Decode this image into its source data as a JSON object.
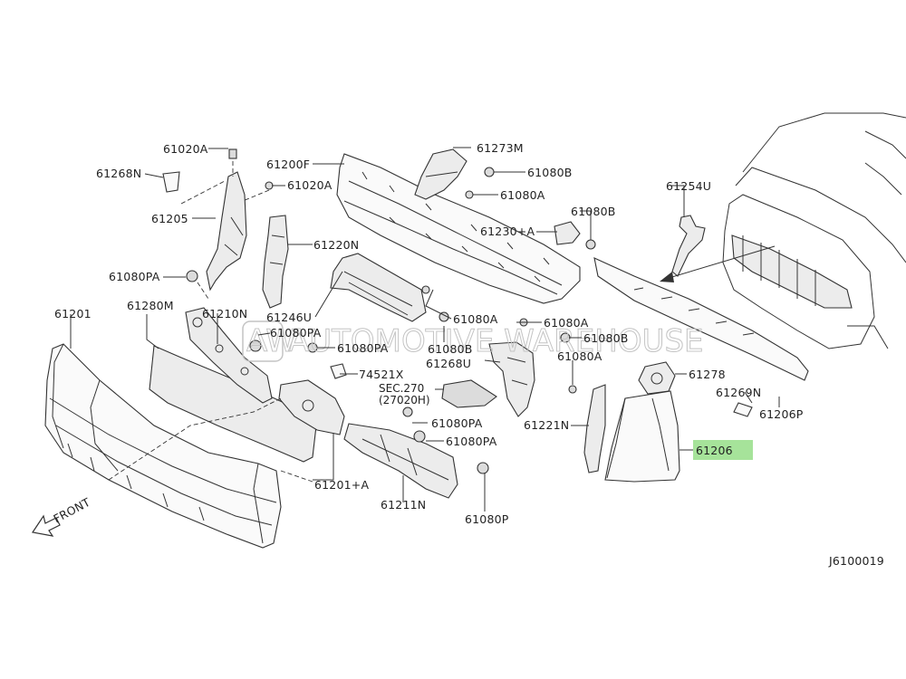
{
  "watermark": {
    "logo": "AW",
    "text": "AUTOMOTIVE WAREHOUSE"
  },
  "highlight_color": "#a6e39a",
  "diagram_code": "J6100019",
  "front_label": "FRONT",
  "labels": {
    "l61020A_top": "61020A",
    "l61268N": "61268N",
    "l61200F": "61200F",
    "l61020A_mid": "61020A",
    "l61273M": "61273M",
    "l61080B_1": "61080B",
    "l61080A_1": "61080A",
    "l61254U": "61254U",
    "l61205": "61205",
    "l61220N": "61220N",
    "l61230A": "61230+A",
    "l61080B_2": "61080B",
    "l61080PA_1": "61080PA",
    "l61201": "61201",
    "l61280M": "61280M",
    "l61210N": "61210N",
    "l61246U": "61246U",
    "l61080A_2": "61080A",
    "l61080A_3": "61080A",
    "l61080PA_2": "61080PA",
    "l61080PA_3": "61080PA",
    "l61080B_3": "61080B",
    "l61080B_4": "61080B",
    "l61268U": "61268U",
    "l61080A_4": "61080A",
    "l74521X": "74521X",
    "l61278": "61278",
    "lSEC270": "SEC.270",
    "l27020H": "(27020H)",
    "l61269N": "61269N",
    "l61080PA_4": "61080PA",
    "l61221N": "61221N",
    "l61206P": "61206P",
    "l61080PA_5": "61080PA",
    "l61206": "61206",
    "l61201A": "61201+A",
    "l61211N": "61211N",
    "l61080P": "61080P"
  }
}
